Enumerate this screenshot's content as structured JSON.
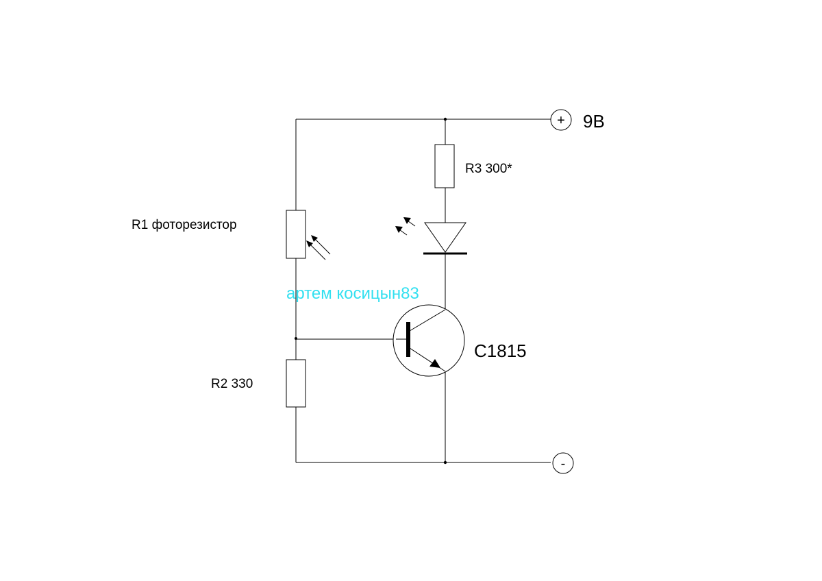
{
  "labels": {
    "supply_voltage": "9В",
    "positive_terminal": "+",
    "negative_terminal": "-",
    "r1": "R1 фоторезистор",
    "r2": "R2 330",
    "r3": "R3 300*",
    "transistor": "C1815",
    "watermark": "артем косицын83"
  },
  "colors": {
    "line": "#000000",
    "background": "#ffffff",
    "watermark": "#33e0f0"
  }
}
